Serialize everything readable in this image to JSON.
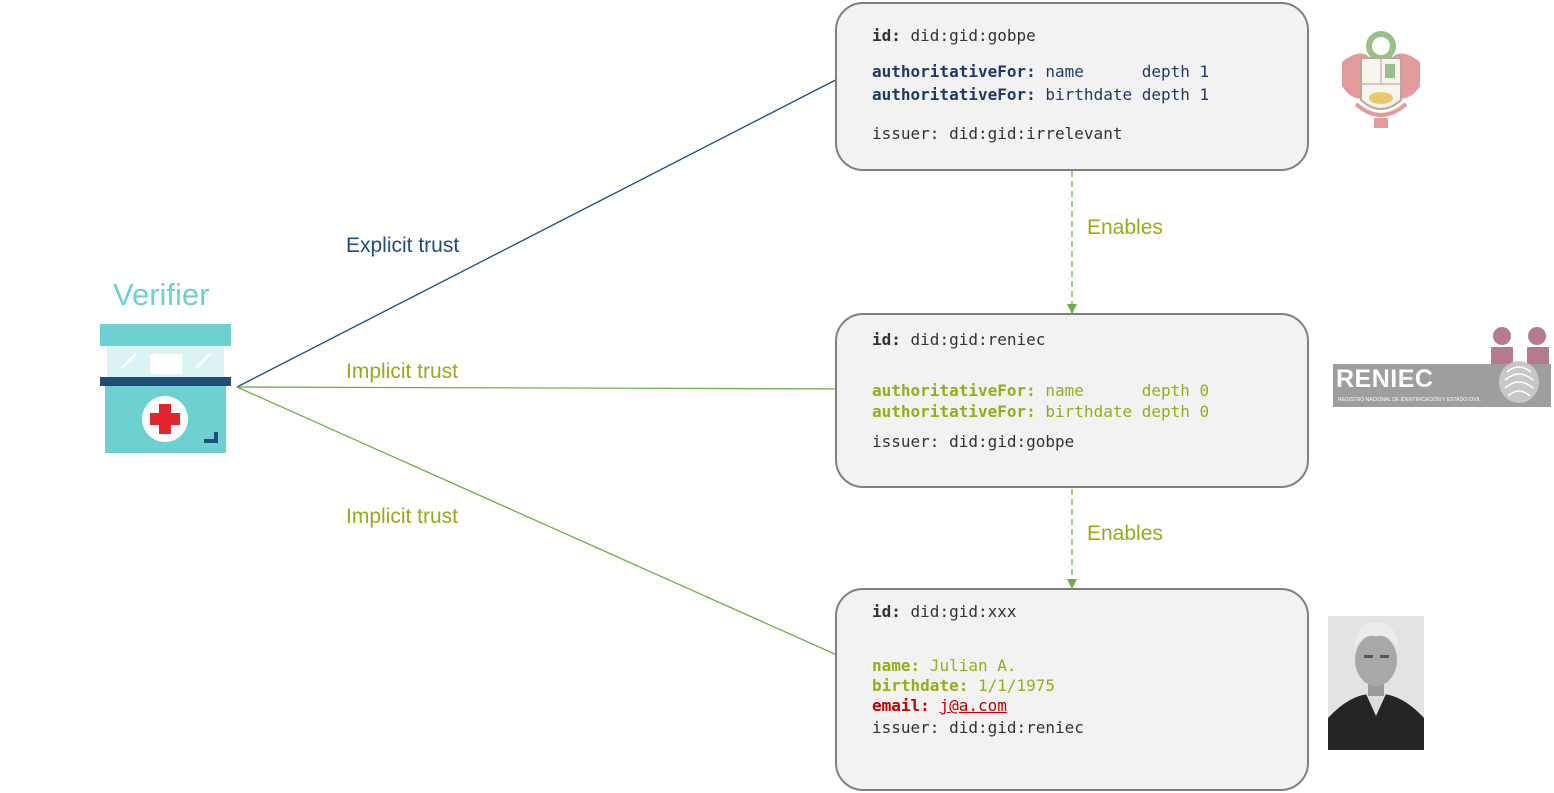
{
  "verifier": {
    "label": "Verifier",
    "icon": "pharmacy-kiosk-icon"
  },
  "edges": {
    "explicit": "Explicit trust",
    "implicit_1": "Implicit trust",
    "implicit_2": "Implicit trust",
    "enables_1": "Enables",
    "enables_2": "Enables"
  },
  "cards": {
    "gobpe": {
      "id_key": "id:",
      "id_val": " did:gid:gobpe",
      "rows": [
        {
          "key": "authoritativeFor:",
          "val": " name      depth 1"
        },
        {
          "key": "authoritativeFor:",
          "val": " birthdate depth 1"
        }
      ],
      "issuer": "issuer: did:gid:irrelevant"
    },
    "reniec": {
      "id_key": "id:",
      "id_val": " did:gid:reniec",
      "rows": [
        {
          "key": "authoritativeFor:",
          "val": " name      depth 0"
        },
        {
          "key": "authoritativeFor:",
          "val": " birthdate depth 0"
        }
      ],
      "issuer": "issuer: did:gid:gobpe"
    },
    "xxx": {
      "id_key": "id:",
      "id_val": " did:gid:xxx",
      "name_key": "name:",
      "name_val": " Julian A.",
      "birth_key": "birthdate:",
      "birth_val": " 1/1/1975",
      "email_key": "email:",
      "email_val": "j@a.com",
      "issuer": "issuer: did:gid:reniec"
    }
  },
  "logos": {
    "peru": "peru-coat-of-arms-icon",
    "reniec_text": "RENIEC",
    "reniec_sub": "REGISTRO NACIONAL DE IDENTIFICACIÓN Y ESTADO CIVIL",
    "photo": "person-portrait-photo"
  },
  "colors": {
    "navy": "#1f4e79",
    "green": "#8fae1b",
    "teal": "#6fd0d0",
    "card_bg": "#f2f2f2",
    "card_border": "#7f7f7f",
    "email_red": "#c00000"
  }
}
